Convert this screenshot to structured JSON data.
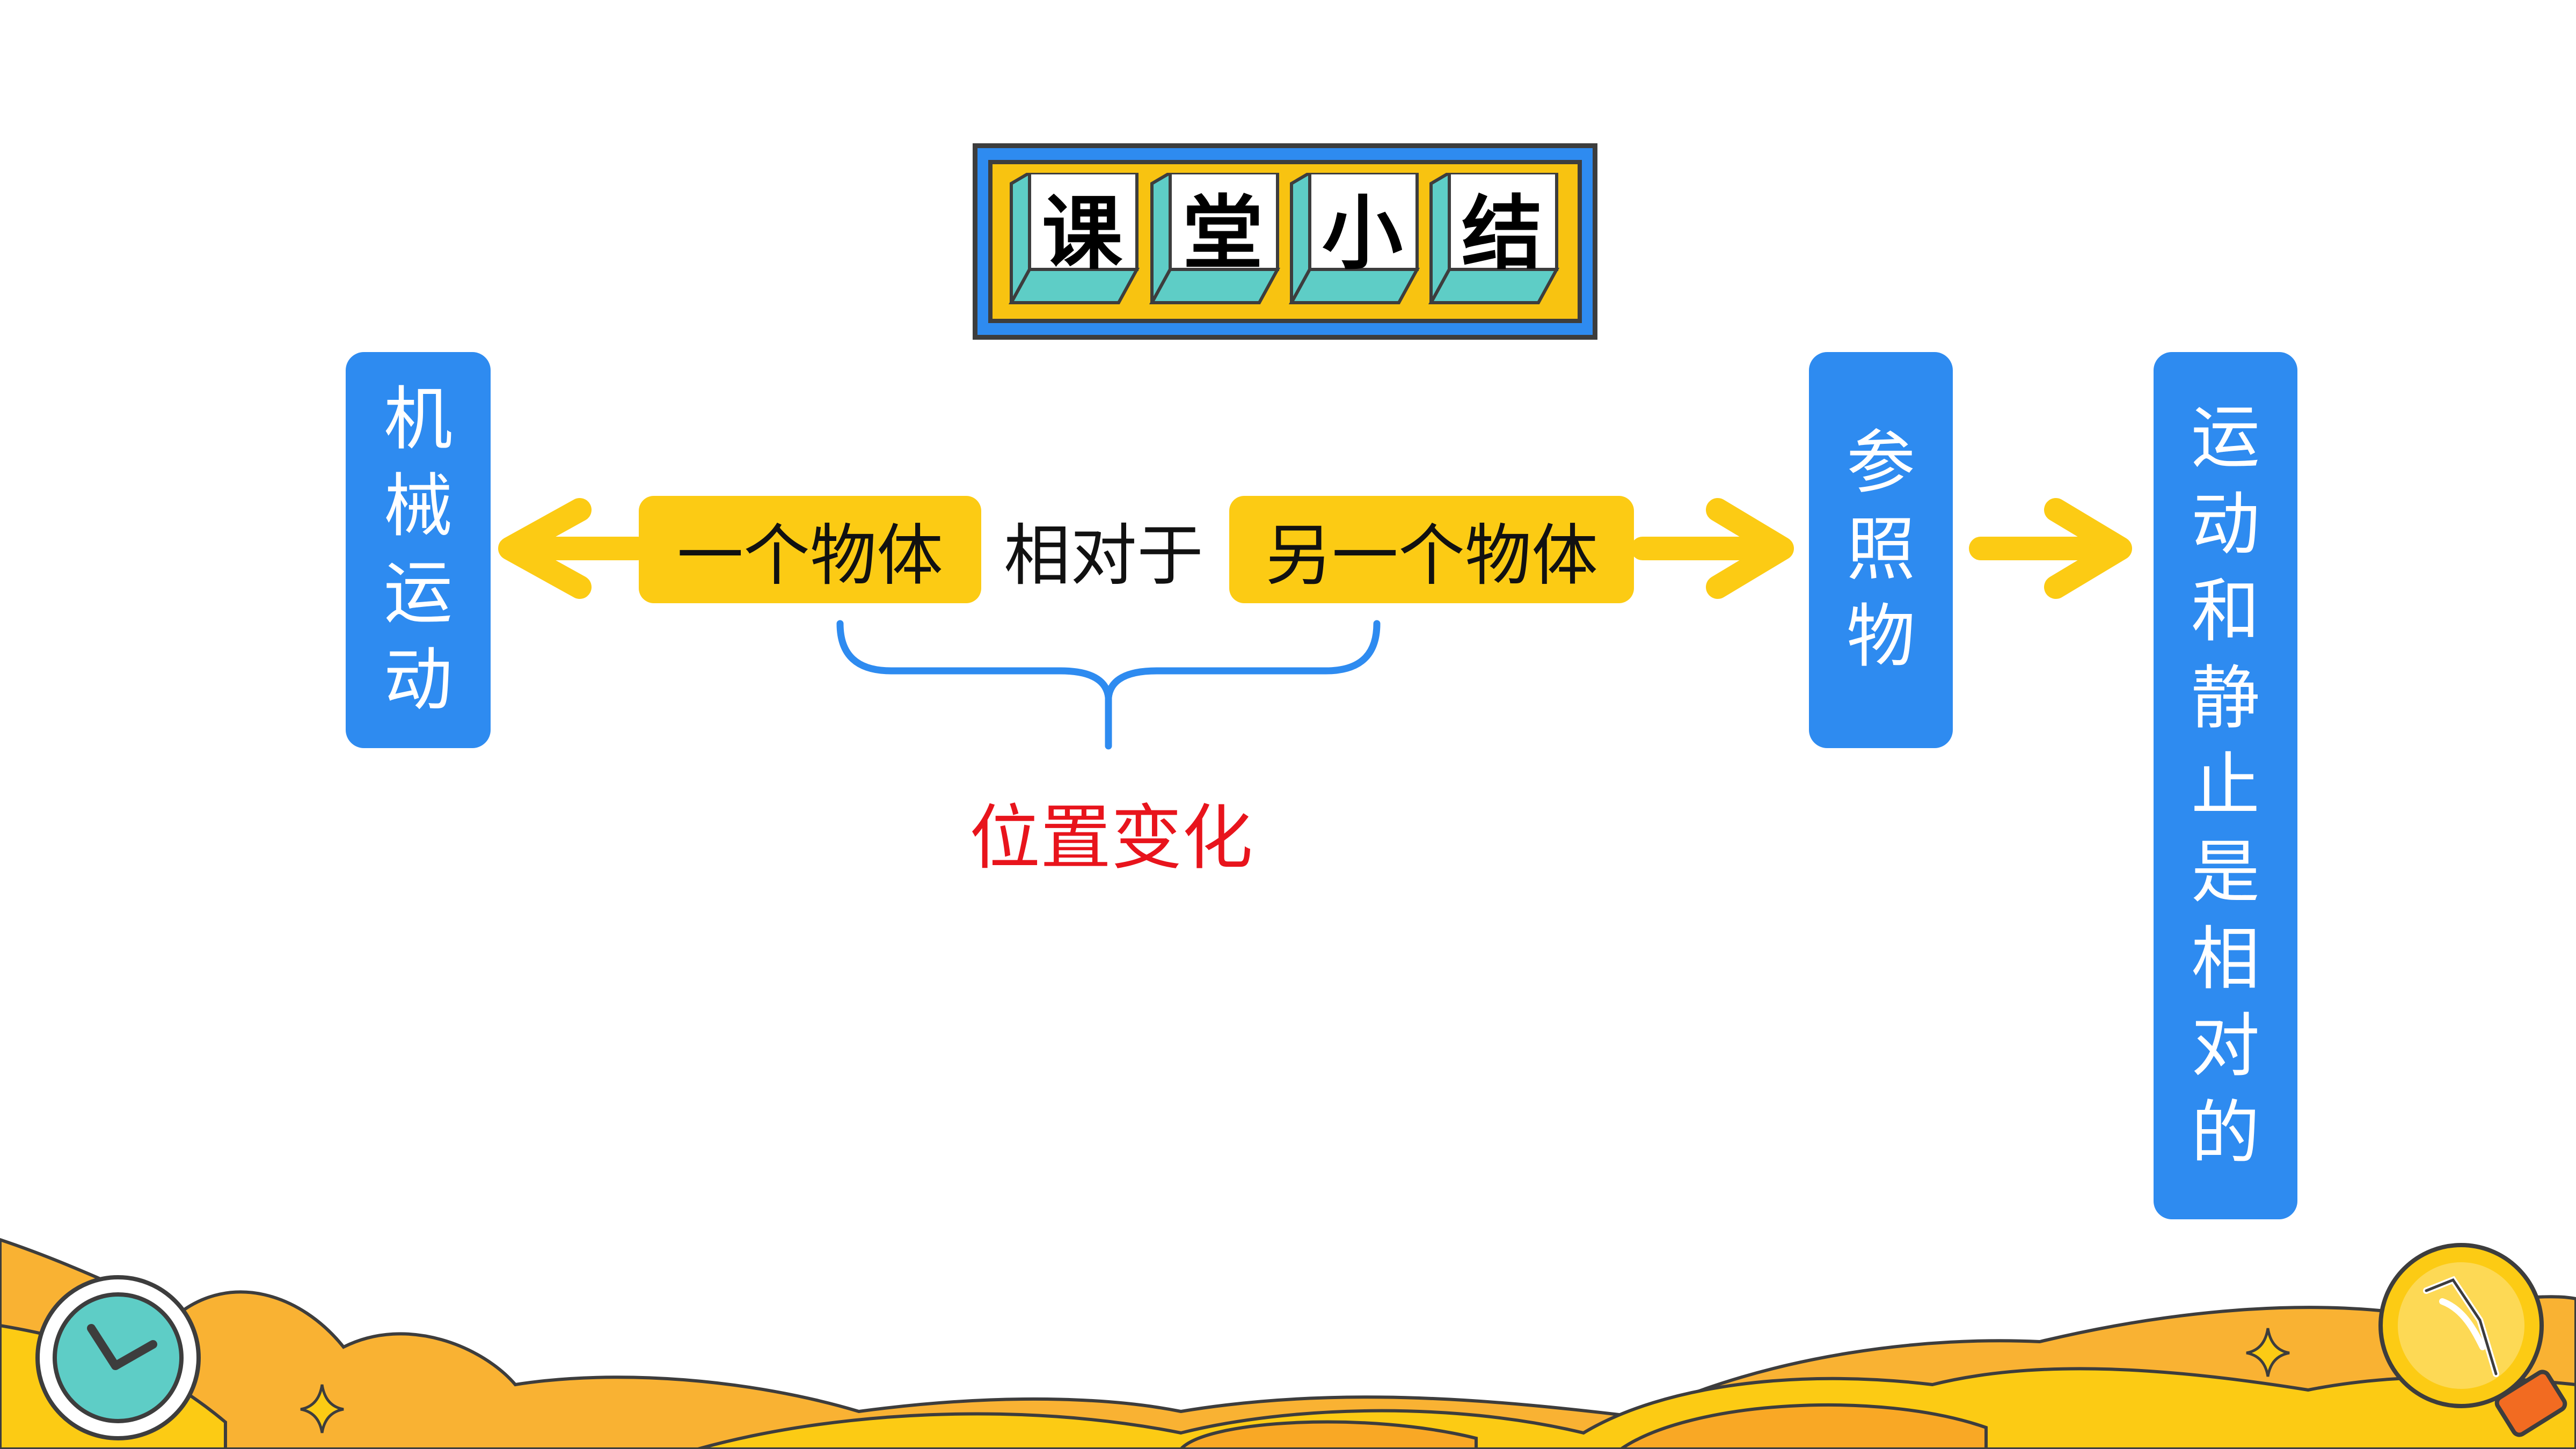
{
  "title": {
    "chars": [
      "课",
      "堂",
      "小",
      "结"
    ]
  },
  "left_box": {
    "chars": [
      "机",
      "械",
      "运",
      "动"
    ]
  },
  "phrase_left": "一个物体",
  "phrase_mid": "相对于",
  "phrase_right": "另一个物体",
  "position_label": "位置变化",
  "ref_box": {
    "chars": [
      "参",
      "照",
      "物"
    ]
  },
  "conclusion_box": {
    "chars": [
      "运",
      "动",
      "和",
      "静",
      "止",
      "是",
      "相",
      "对",
      "的"
    ]
  },
  "colors": {
    "blue": "#2e8bf0",
    "yellow": "#fccb14",
    "red": "#e8141c",
    "teal": "#5ecdc6",
    "orange": "#f9a825",
    "dark": "#3d3d3d"
  },
  "icons": [
    "clock-icon",
    "lightbulb-icon",
    "sparkle-icon"
  ]
}
